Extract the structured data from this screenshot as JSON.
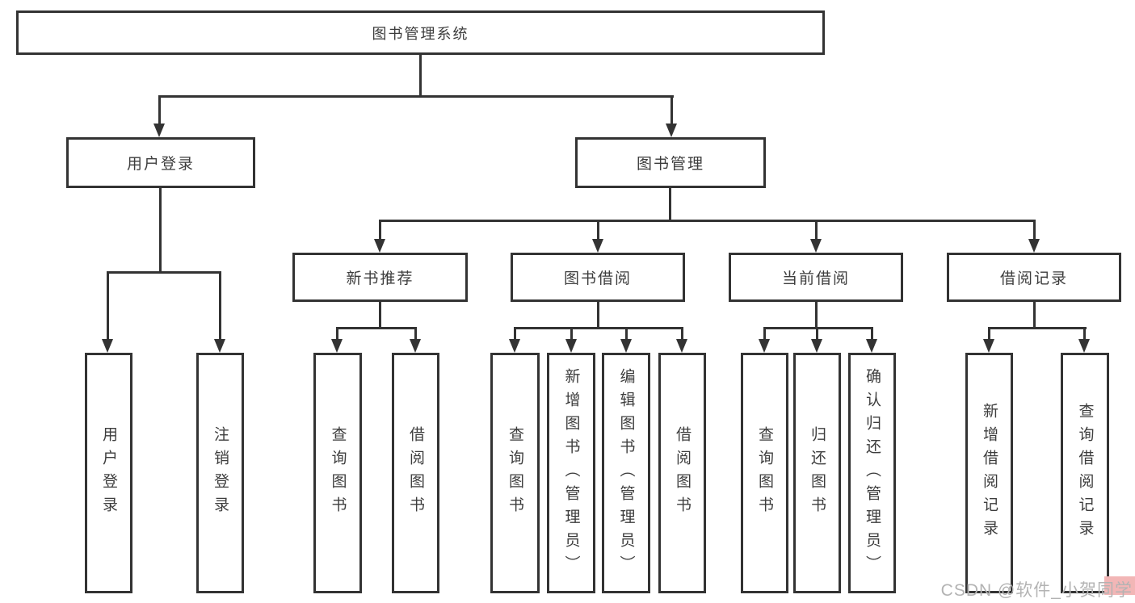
{
  "diagram": {
    "root": {
      "label": "图书管理系统"
    },
    "level2": [
      {
        "label": "用户登录"
      },
      {
        "label": "图书管理"
      }
    ],
    "user_login_children": [
      {
        "label": "用户登录"
      },
      {
        "label": "注销登录"
      }
    ],
    "level3": [
      {
        "label": "新书推荐"
      },
      {
        "label": "图书借阅"
      },
      {
        "label": "当前借阅"
      },
      {
        "label": "借阅记录"
      }
    ],
    "new_book_children": [
      {
        "label": "查询图书"
      },
      {
        "label": "借阅图书"
      }
    ],
    "book_borrow_children": [
      {
        "label": "查询图书"
      },
      {
        "label": "新增图书（管理员）"
      },
      {
        "label": "编辑图书（管理员）"
      },
      {
        "label": "借阅图书"
      }
    ],
    "current_borrow_children": [
      {
        "label": "查询图书"
      },
      {
        "label": "归还图书"
      },
      {
        "label": "确认归还（管理员）"
      }
    ],
    "borrow_record_children": [
      {
        "label": "新增借阅记录"
      },
      {
        "label": "查询借阅记录"
      }
    ]
  },
  "watermark": {
    "text": "CSDN @软件_小贺同学"
  },
  "colors": {
    "line": "#333333",
    "text": "#3d3d3d",
    "background": "#ffffff",
    "watermark_gray": "#b3b3b3",
    "watermark_pink": "#f2b6b6"
  }
}
